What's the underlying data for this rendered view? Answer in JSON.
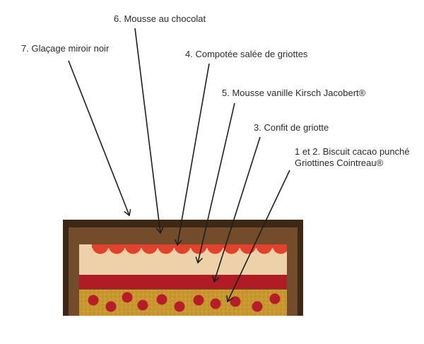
{
  "diagram": {
    "title": "Layered cake cross-section",
    "labels": [
      {
        "id": "l6",
        "text": "6. Mousse au chocolat"
      },
      {
        "id": "l7",
        "text": "7. Glaçage miroir noir"
      },
      {
        "id": "l4",
        "text": "4. Compotée salée de griottes"
      },
      {
        "id": "l5",
        "text": "5. Mousse vanille Kirsch Jacobert®"
      },
      {
        "id": "l3",
        "text": "3. Confit de griotte"
      },
      {
        "id": "l12a",
        "text": "1 et 2. Biscuit cacao punché"
      },
      {
        "id": "l12b",
        "text": "Griottines Cointreau®"
      }
    ],
    "colors": {
      "glaze": "#3d2816",
      "chocolate_mousse": "#734c2b",
      "vanilla_mousse": "#edd2a9",
      "compote": "#e2412b",
      "confit": "#b11b26",
      "biscuit": "#c9992f",
      "griottine": "#b81c2a",
      "arrow": "#1e1e1e"
    }
  }
}
